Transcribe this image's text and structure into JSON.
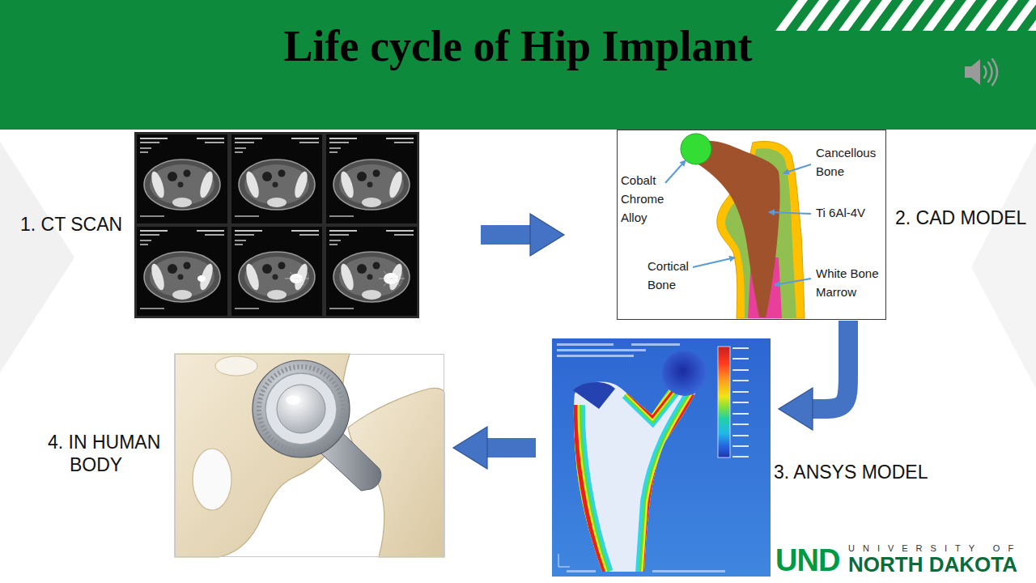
{
  "diagram": {
    "title": "Life cycle of Hip Implant",
    "nodes": [
      {
        "text": [
          "1. CT SCAN"
        ]
      },
      {
        "text": [
          "2. CAD MODEL"
        ]
      },
      {
        "text": [
          "3. ANSYS MODEL"
        ]
      },
      {
        "text": [
          "4. IN HUMAN BODY"
        ]
      }
    ],
    "edges": [
      {
        "from": 0,
        "to": 1,
        "arrow": "to"
      },
      {
        "from": 1,
        "to": 2,
        "arrow": "to"
      },
      {
        "from": 2,
        "to": 3,
        "arrow": "to"
      }
    ],
    "labels": [
      "Cobalt Chrome Alloy",
      "Cancellous Bone",
      "Ti 6Al-4V",
      "Cortical Bone",
      "White Bone Marrow",
      "UND",
      "UNIVERSITY OF",
      "NORTH DAKOTA"
    ]
  }
}
